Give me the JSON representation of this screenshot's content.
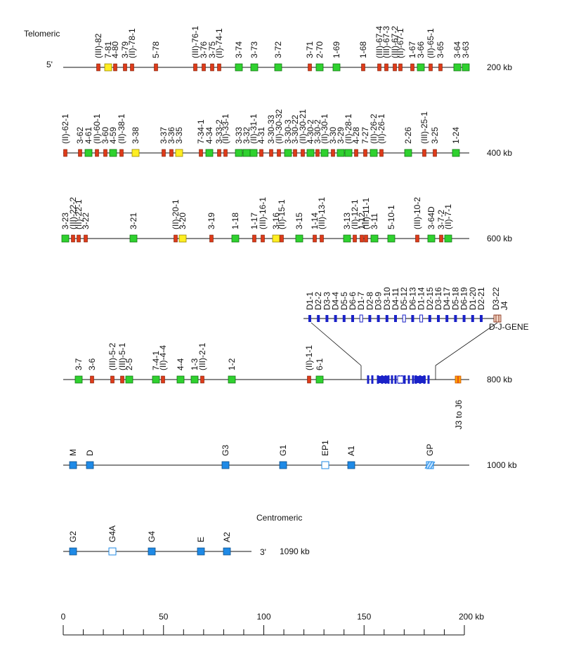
{
  "title": "",
  "labels": {
    "telomeric": "Telomeric",
    "centromeric": "Centromeric",
    "five_prime": "5'",
    "three_prime": "3'",
    "dj_gene": "D-J-GENE",
    "j_label": "J3 to J6"
  },
  "colors": {
    "red": "#dd3b1a",
    "green": "#2fd12f",
    "yellow": "#ffee22",
    "blue_seg": "#1a22c8",
    "cblue": "#1f8ae6",
    "orange": "#ff9d00"
  },
  "rows": [
    {
      "name": "row1",
      "scale": "200 kb",
      "genes": [
        {
          "p": 140,
          "t": "r",
          "l": "(III)-82"
        },
        {
          "p": 154,
          "t": "y",
          "l": "7-81"
        },
        {
          "p": 164,
          "t": "r",
          "l": "4-80"
        },
        {
          "p": 178,
          "t": "r",
          "l": "3-79"
        },
        {
          "p": 188,
          "t": "r",
          "l": "(II)-78-1"
        },
        {
          "p": 222,
          "t": "r",
          "l": "5-78"
        },
        {
          "p": 278,
          "t": "r",
          "l": "(III)-76-1"
        },
        {
          "p": 290,
          "t": "r",
          "l": "3-76"
        },
        {
          "p": 302,
          "t": "r",
          "l": "3-75"
        },
        {
          "p": 312,
          "t": "r",
          "l": "(II)-74-1"
        },
        {
          "p": 340,
          "t": "g",
          "l": "3-74"
        },
        {
          "p": 362,
          "t": "g",
          "l": "3-73"
        },
        {
          "p": 396,
          "t": "g",
          "l": "3-72"
        },
        {
          "p": 441,
          "t": "r",
          "l": "3-71"
        },
        {
          "p": 455,
          "t": "g",
          "l": "2-70"
        },
        {
          "p": 479,
          "t": "g",
          "l": "1-69"
        },
        {
          "p": 517,
          "t": "r",
          "l": "1-68"
        },
        {
          "p": 540,
          "t": "r",
          "l": "(III)-67-4"
        },
        {
          "p": 550,
          "t": "r",
          "l": "(III)-67-3"
        },
        {
          "p": 562,
          "t": "r",
          "l": "(III)-67-2"
        },
        {
          "p": 570,
          "t": "r",
          "l": "(II)-67-1"
        },
        {
          "p": 587,
          "t": "r",
          "l": "1-67"
        },
        {
          "p": 599,
          "t": "g",
          "l": "3-66"
        },
        {
          "p": 613,
          "t": "r",
          "l": "(II)-65-1"
        },
        {
          "p": 627,
          "t": "r",
          "l": "3-65"
        },
        {
          "p": 651,
          "t": "g",
          "l": "3-64"
        },
        {
          "p": 663,
          "t": "g",
          "l": "3-63"
        }
      ]
    },
    {
      "name": "row2",
      "scale": "400 kb",
      "genes": [
        {
          "p": 93,
          "t": "r",
          "l": "(II)-62-1"
        },
        {
          "p": 114,
          "t": "r",
          "l": "3-62"
        },
        {
          "p": 126,
          "t": "g",
          "l": "4-61"
        },
        {
          "p": 138,
          "t": "r",
          "l": "(II)-60-1"
        },
        {
          "p": 150,
          "t": "r",
          "l": "3-60"
        },
        {
          "p": 161,
          "t": "g",
          "l": "4-59"
        },
        {
          "p": 173,
          "t": "r",
          "l": "(II)-38-1"
        },
        {
          "p": 193,
          "t": "y",
          "l": "3-38"
        },
        {
          "p": 233,
          "t": "r",
          "l": "3-37"
        },
        {
          "p": 244,
          "t": "r",
          "l": "3-36"
        },
        {
          "p": 255,
          "t": "y",
          "l": "3-35"
        },
        {
          "p": 286,
          "t": "r",
          "l": "7-34-1"
        },
        {
          "p": 298,
          "t": "g",
          "l": "4-34"
        },
        {
          "p": 312,
          "t": "r",
          "l": "3-33-2"
        },
        {
          "p": 321,
          "t": "r",
          "l": "(II)-33-1"
        },
        {
          "p": 340,
          "t": "g",
          "l": "3-33"
        },
        {
          "p": 351,
          "t": "g",
          "l": "3-32"
        },
        {
          "p": 361,
          "t": "g",
          "l": "(II)-31-1"
        },
        {
          "p": 372,
          "t": "r",
          "l": "4-31"
        },
        {
          "p": 386,
          "t": "r",
          "l": "3-30-33"
        },
        {
          "p": 397,
          "t": "r",
          "l": "(II)-30-32"
        },
        {
          "p": 410,
          "t": "g",
          "l": "3-30-3"
        },
        {
          "p": 420,
          "t": "r",
          "l": "3-30-22"
        },
        {
          "p": 431,
          "t": "r",
          "l": "(II)-30-21"
        },
        {
          "p": 442,
          "t": "g",
          "l": "4-30-2"
        },
        {
          "p": 452,
          "t": "r",
          "l": "3-30-2"
        },
        {
          "p": 462,
          "t": "g",
          "l": "(II)-30-1"
        },
        {
          "p": 474,
          "t": "r",
          "l": "3-30"
        },
        {
          "p": 485,
          "t": "g",
          "l": "3-29"
        },
        {
          "p": 496,
          "t": "g",
          "l": "(II)-28-1"
        },
        {
          "p": 507,
          "t": "r",
          "l": "4-28"
        },
        {
          "p": 520,
          "t": "r",
          "l": "7-27"
        },
        {
          "p": 532,
          "t": "g",
          "l": "(II)-26-2"
        },
        {
          "p": 543,
          "t": "r",
          "l": "(II)-26-1"
        },
        {
          "p": 581,
          "t": "g",
          "l": "2-26"
        },
        {
          "p": 604,
          "t": "r",
          "l": "(III)-25-1"
        },
        {
          "p": 619,
          "t": "r",
          "l": "3-25"
        },
        {
          "p": 649,
          "t": "g",
          "l": "1-24"
        }
      ]
    },
    {
      "name": "row3",
      "scale": "600 kb",
      "genes": [
        {
          "p": 93,
          "t": "g",
          "l": "3-23"
        },
        {
          "p": 104,
          "t": "r",
          "l": "(III)-22-2"
        },
        {
          "p": 112,
          "t": "r",
          "l": "(II)-22-1"
        },
        {
          "p": 122,
          "t": "r",
          "l": "3-22"
        },
        {
          "p": 190,
          "t": "g",
          "l": "3-21"
        },
        {
          "p": 250,
          "t": "r",
          "l": "(II)-20-1"
        },
        {
          "p": 260,
          "t": "y",
          "l": "3-20"
        },
        {
          "p": 301,
          "t": "r",
          "l": "3-19"
        },
        {
          "p": 335,
          "t": "g",
          "l": "1-18"
        },
        {
          "p": 362,
          "t": "r",
          "l": "1-17"
        },
        {
          "p": 374,
          "t": "r",
          "l": "(III)-16-1"
        },
        {
          "p": 393,
          "t": "y",
          "l": "3-16"
        },
        {
          "p": 401,
          "t": "r",
          "l": "(II)-15-1"
        },
        {
          "p": 426,
          "t": "g",
          "l": "3-15"
        },
        {
          "p": 448,
          "t": "r",
          "l": "1-14"
        },
        {
          "p": 458,
          "t": "r",
          "l": "(III)-13-1"
        },
        {
          "p": 494,
          "t": "g",
          "l": "3-13"
        },
        {
          "p": 505,
          "t": "r",
          "l": "(II)-12-1"
        },
        {
          "p": 515,
          "t": "r",
          "l": "1-12"
        },
        {
          "p": 521,
          "t": "r",
          "l": "(III)-11-1"
        },
        {
          "p": 533,
          "t": "g",
          "l": "3-11"
        },
        {
          "p": 557,
          "t": "g",
          "l": "5-10-1"
        },
        {
          "p": 594,
          "t": "r",
          "l": "(III)-10-2"
        },
        {
          "p": 614,
          "t": "g",
          "l": "3-64D"
        },
        {
          "p": 628,
          "t": "r",
          "l": "3-7-2"
        },
        {
          "p": 638,
          "t": "g",
          "l": "(II)-7-1"
        }
      ]
    },
    {
      "name": "row4",
      "scale": "800 kb",
      "genes": [
        {
          "p": 112,
          "t": "g",
          "l": "3-7"
        },
        {
          "p": 131,
          "t": "r",
          "l": "3-6"
        },
        {
          "p": 160,
          "t": "r",
          "l": "(III)-5-2"
        },
        {
          "p": 174,
          "t": "r",
          "l": "(III)-5-1"
        },
        {
          "p": 184,
          "t": "g",
          "l": "2-5"
        },
        {
          "p": 222,
          "t": "g",
          "l": "7-4-1"
        },
        {
          "p": 232,
          "t": "r",
          "l": "(II)-4-4"
        },
        {
          "p": 257,
          "t": "g",
          "l": "4-4"
        },
        {
          "p": 277,
          "t": "g",
          "l": "1-3"
        },
        {
          "p": 288,
          "t": "r",
          "l": "(III)-2-1"
        },
        {
          "p": 330,
          "t": "g",
          "l": "1-2"
        },
        {
          "p": 440,
          "t": "r",
          "l": "(II)-1-1"
        },
        {
          "p": 455,
          "t": "g",
          "l": "6-1"
        }
      ]
    },
    {
      "name": "row5",
      "scale": "1000 kb",
      "genes": [
        {
          "p": 104,
          "t": "b",
          "l": "M"
        },
        {
          "p": 128,
          "t": "b",
          "l": "D"
        },
        {
          "p": 321,
          "t": "b",
          "l": "G3"
        },
        {
          "p": 403,
          "t": "b",
          "l": "G1"
        },
        {
          "p": 463,
          "t": "o",
          "l": "EP1"
        },
        {
          "p": 500,
          "t": "b",
          "l": "A1"
        },
        {
          "p": 612,
          "t": "h",
          "l": "GP"
        }
      ]
    },
    {
      "name": "row6",
      "scale": "1090 kb",
      "genes": [
        {
          "p": 104,
          "t": "b",
          "l": "G2"
        },
        {
          "p": 160,
          "t": "o",
          "l": "G4A"
        },
        {
          "p": 216,
          "t": "b",
          "l": "G4"
        },
        {
          "p": 286,
          "t": "b",
          "l": "E"
        },
        {
          "p": 323,
          "t": "b",
          "l": "A2"
        }
      ]
    }
  ],
  "d_segments": [
    "D1-1",
    "D2-2",
    "D3-3",
    "D4-4",
    "D5-5",
    "D6-6",
    "D1-7",
    "D2-8",
    "D3-9",
    "D3-10",
    "D4-11",
    "D5-12",
    "D6-13",
    "D1-14",
    "D2-15",
    "D3-16",
    "D4-17",
    "D5-18",
    "D6-19",
    "D1-20",
    "D2-21",
    "D3-22",
    "J4"
  ],
  "scale_ticks": [
    "0",
    "50",
    "100",
    "150",
    "200 kb"
  ]
}
